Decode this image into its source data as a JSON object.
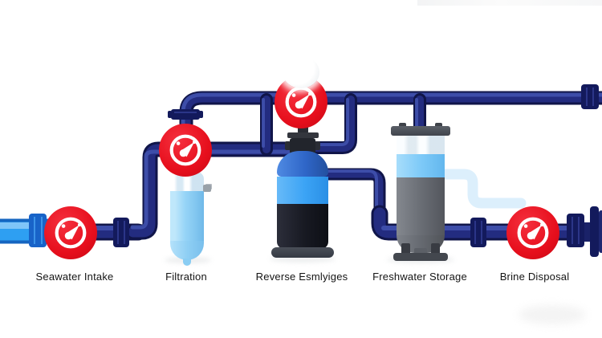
{
  "diagram": {
    "type": "process-flow-illustration",
    "subject": "seawater desalination plant",
    "stations": [
      {
        "id": "seawater-intake",
        "label": "Seawater Intake",
        "has_gauge": true
      },
      {
        "id": "filtration",
        "label": "Filtration",
        "has_gauge": true
      },
      {
        "id": "reverse-osmosis",
        "label": "Reverse Esmlyiges",
        "has_gauge": true
      },
      {
        "id": "freshwater-storage",
        "label": "Freshwater Storage",
        "has_gauge": false
      },
      {
        "id": "brine-disposal",
        "label": "Brine Disposal",
        "has_gauge": true
      }
    ],
    "icons": [
      {
        "name": "pressure-gauge-icon",
        "shape": "white dial with needle on red circle"
      }
    ],
    "colors": {
      "background": "#FFFFFF",
      "pipe_navy": "#1B2170",
      "pipe_navy_highlight": "#4254B0",
      "pipe_navy_shadow": "#101549",
      "intake_pipe_blue": "#2E9FF2",
      "gauge_red": "#E60E1C",
      "gauge_face_white": "#FFFFFF",
      "filtration_vessel_blue": "#8ED0F5",
      "ro_dome_blue": "#2F66C8",
      "ro_band_blue": "#3BA3F5",
      "ro_body_black": "#15171E",
      "storage_tank_gray": "#66696E",
      "stored_water_blue": "#7ECAF8",
      "ghost_pipe_blue": "#B9DFFA",
      "label_text": "#141414"
    }
  }
}
